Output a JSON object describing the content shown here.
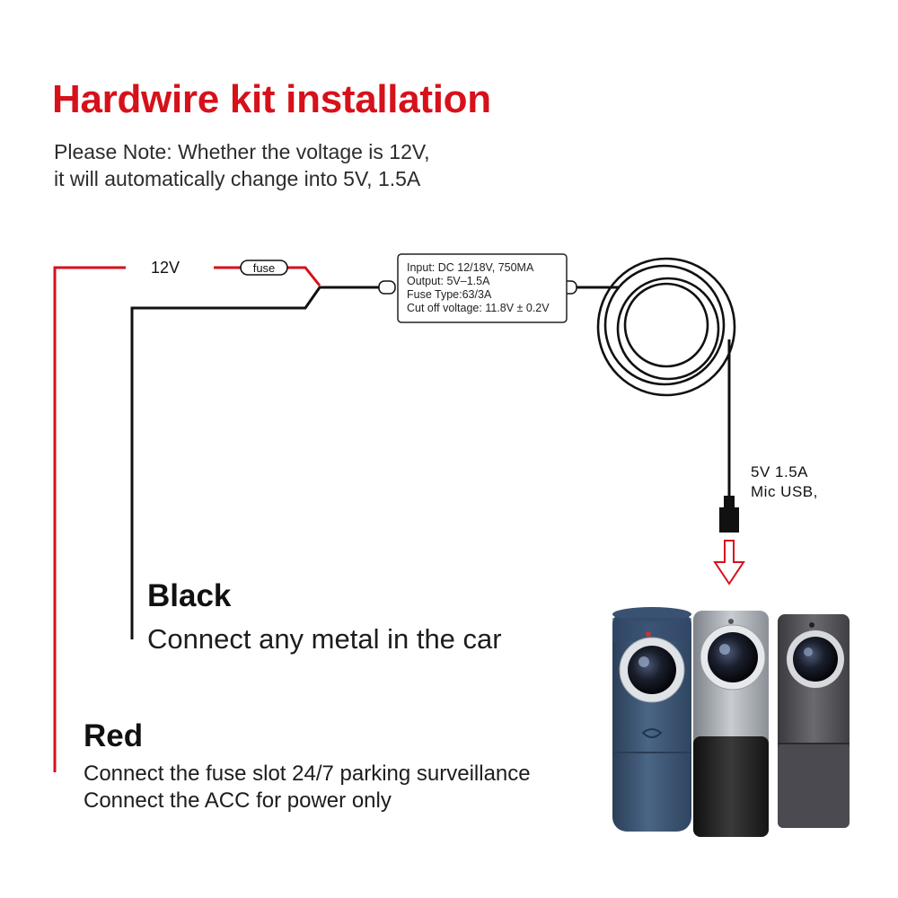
{
  "title": "Hardwire kit installation",
  "note": {
    "line1": "Please Note: Whether the voltage is 12V,",
    "line2": "it will automatically change into 5V, 1.5A"
  },
  "wiring": {
    "voltage_label": "12V",
    "fuse_label": "fuse",
    "converter_specs": [
      "Input: DC 12/18V, 750MA",
      "Output: 5V–1.5A",
      "Fuse Type:63/3A",
      "Cut off voltage: 11.8V ± 0.2V"
    ],
    "usb_label_line1": "5V 1.5A",
    "usb_label_line2": "Mic USB,"
  },
  "black_wire": {
    "heading": "Black",
    "description": "Connect any metal in the car"
  },
  "red_wire": {
    "heading": "Red",
    "description_line1": "Connect the fuse slot 24/7 parking surveillance",
    "description_line2": "Connect the ACC for power only"
  },
  "colors": {
    "accent_red": "#d6111b",
    "wire_black": "#111111",
    "camera_blue": "#3e5776",
    "camera_silver": "#a9aeb4",
    "camera_gray": "#57575c"
  },
  "icons": [
    "fuse-icon",
    "converter-box-icon",
    "coiled-cable-icon",
    "usb-plug-icon",
    "down-arrow-icon",
    "dash-camera-icon"
  ]
}
